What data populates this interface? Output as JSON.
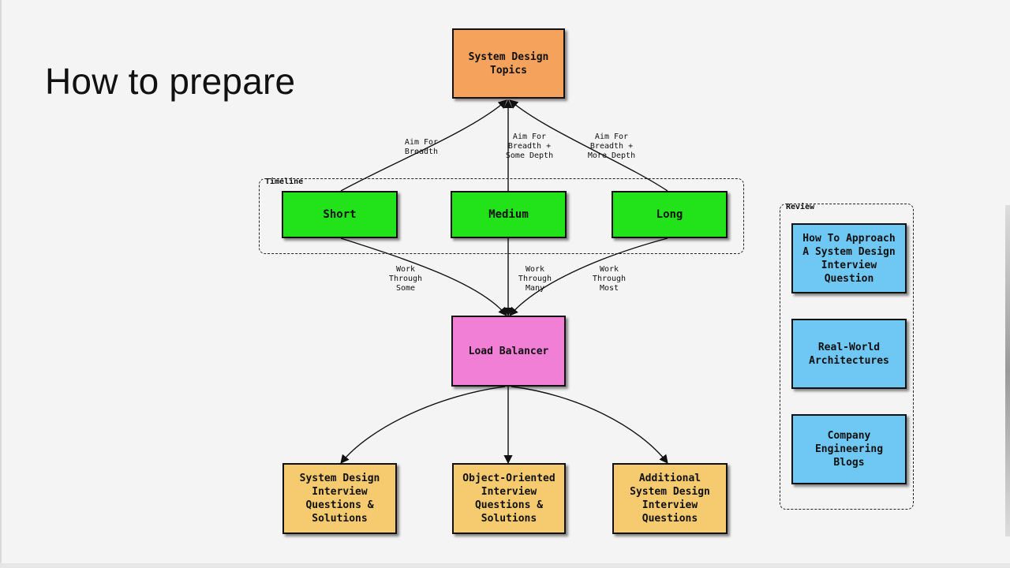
{
  "slide": {
    "title": "How to prepare"
  },
  "colors": {
    "topic": "#f5a35c",
    "timeline": "#22e21a",
    "load_balancer": "#f27fd6",
    "resources": "#f6cb6f",
    "review": "#6fc7f4"
  },
  "groups": {
    "timeline_label": "Timeline",
    "review_label": "Review"
  },
  "nodes": {
    "system_design_topics": "System Design\nTopics",
    "short": "Short",
    "medium": "Medium",
    "long": "Long",
    "load_balancer": "Load Balancer",
    "sd_interview_questions": "System Design\nInterview\nQuestions &\nSolutions",
    "oo_interview_questions": "Object-Oriented\nInterview\nQuestions &\nSolutions",
    "additional_sd_questions": "Additional\nSystem Design\nInterview\nQuestions",
    "how_to_approach": "How To Approach\nA System Design\nInterview\nQuestion",
    "real_world": "Real-World\nArchitectures",
    "company_blogs": "Company\nEngineering\nBlogs"
  },
  "edge_labels": {
    "short_up": "Aim For\nBreadth",
    "medium_up": "Aim For\nBreadth +\nSome Depth",
    "long_up": "Aim For\nBreadth +\nMore Depth",
    "short_down": "Work Through\nSome",
    "medium_down": "Work Through\nMany",
    "long_down": "Work Through\nMost"
  }
}
